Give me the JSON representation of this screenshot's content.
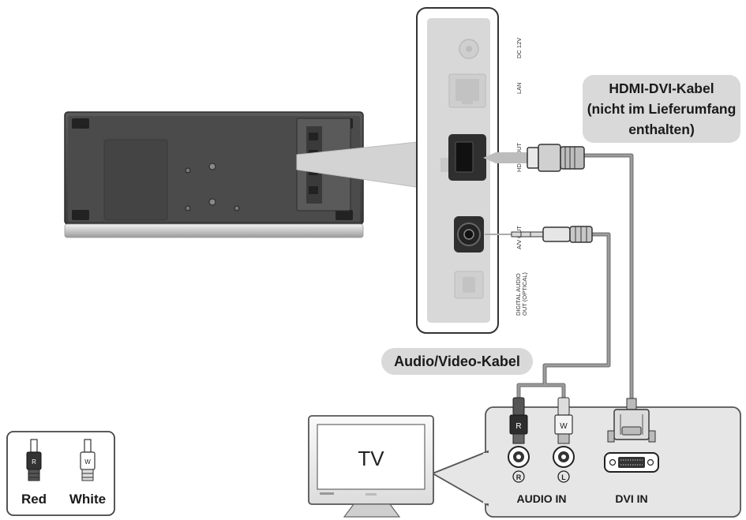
{
  "panel_labels": {
    "dc": "DC 12V",
    "lan": "LAN",
    "hdmi_out": "HDMI OUT",
    "av_out": "A/V OUT",
    "digital_audio_1": "DIGITAL AUDIO",
    "digital_audio_2": "OUT (OPTICAL)"
  },
  "callouts": {
    "hdmi_cable": "HDMI-DVI-Kabel\n(nicht im Lieferumfang\nenthalten)",
    "av_cable": "Audio/Video-Kabel"
  },
  "tv": {
    "screen_text": "TV",
    "audio_in": "AUDIO IN",
    "dvi_in": "DVI IN",
    "r_mark": "R",
    "l_mark": "L",
    "plug_r": "R",
    "plug_w": "W"
  },
  "legend": {
    "red": "Red",
    "white": "White",
    "plug_r": "R",
    "plug_w": "W"
  }
}
